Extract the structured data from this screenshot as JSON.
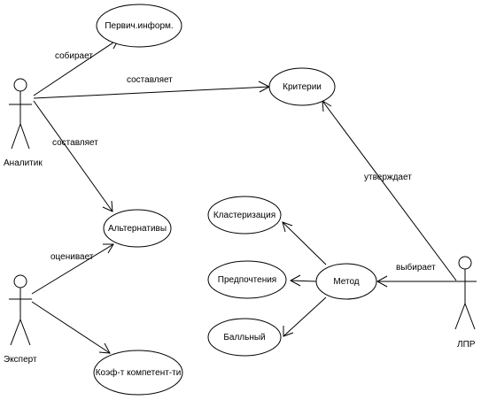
{
  "actors": {
    "analyst": "Аналитик",
    "expert": "Эксперт",
    "lpr": "ЛПР"
  },
  "use_cases": {
    "primary_info": "Первич.информ.",
    "criteria": "Критерии",
    "alternatives": "Альтернативы",
    "coef": "Коэф-т компетент-ти",
    "clustering": "Кластеризация",
    "preferences": "Предпочтения",
    "scoring": "Балльный",
    "method": "Метод"
  },
  "relations": {
    "collects": "собирает",
    "composes_criteria": "составляет",
    "composes_alternatives": "составляет",
    "evaluates": "оценивает",
    "approves": "утверждает",
    "chooses": "выбирает"
  }
}
